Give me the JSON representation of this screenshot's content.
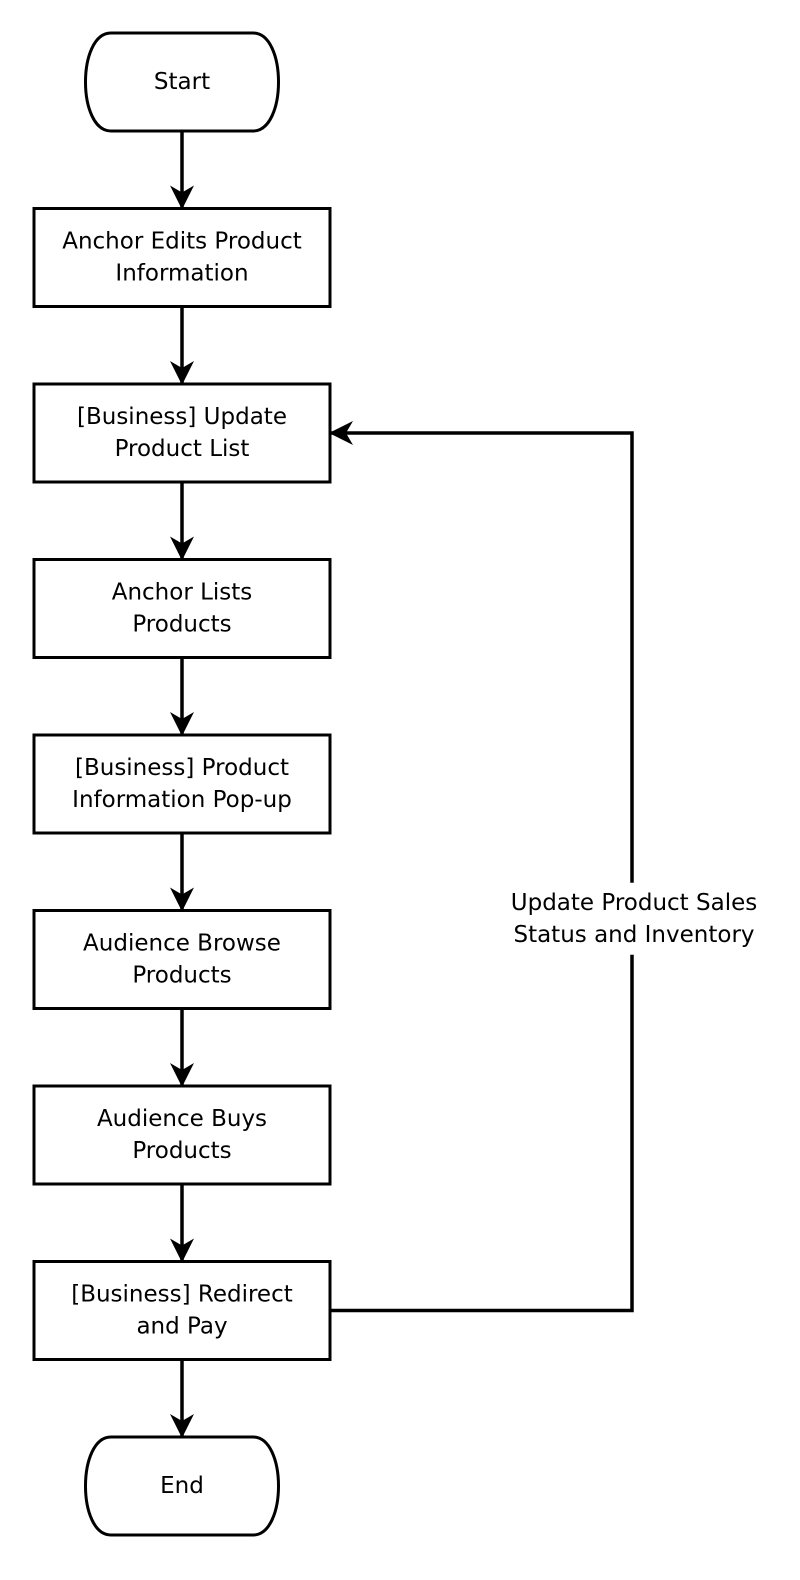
{
  "diagram": {
    "type": "flowchart",
    "nodes": [
      {
        "id": "start",
        "shape": "terminal",
        "lines": [
          "Start"
        ]
      },
      {
        "id": "edit",
        "shape": "process",
        "lines": [
          "Anchor Edits Product",
          "Information"
        ]
      },
      {
        "id": "update",
        "shape": "process",
        "lines": [
          "[Business] Update",
          "Product List"
        ]
      },
      {
        "id": "list",
        "shape": "process",
        "lines": [
          "Anchor Lists",
          "Products"
        ]
      },
      {
        "id": "popup",
        "shape": "process",
        "lines": [
          "[Business] Product",
          "Information Pop-up"
        ]
      },
      {
        "id": "browse",
        "shape": "process",
        "lines": [
          "Audience Browse",
          "Products"
        ]
      },
      {
        "id": "buy",
        "shape": "process",
        "lines": [
          "Audience Buys",
          "Products"
        ]
      },
      {
        "id": "pay",
        "shape": "process",
        "lines": [
          "[Business] Redirect",
          "and Pay"
        ]
      },
      {
        "id": "end",
        "shape": "terminal",
        "lines": [
          "End"
        ]
      }
    ],
    "edges": [
      {
        "from": "start",
        "to": "edit"
      },
      {
        "from": "edit",
        "to": "update"
      },
      {
        "from": "update",
        "to": "list"
      },
      {
        "from": "list",
        "to": "popup"
      },
      {
        "from": "popup",
        "to": "browse"
      },
      {
        "from": "browse",
        "to": "buy"
      },
      {
        "from": "buy",
        "to": "pay"
      },
      {
        "from": "pay",
        "to": "end"
      },
      {
        "from": "pay",
        "to": "update",
        "route": "loop-right",
        "lines": [
          "Update Product Sales",
          "Status and Inventory"
        ]
      }
    ],
    "colors": {
      "stroke": "#000000",
      "fill": "#ffffff",
      "text": "#000000"
    }
  }
}
